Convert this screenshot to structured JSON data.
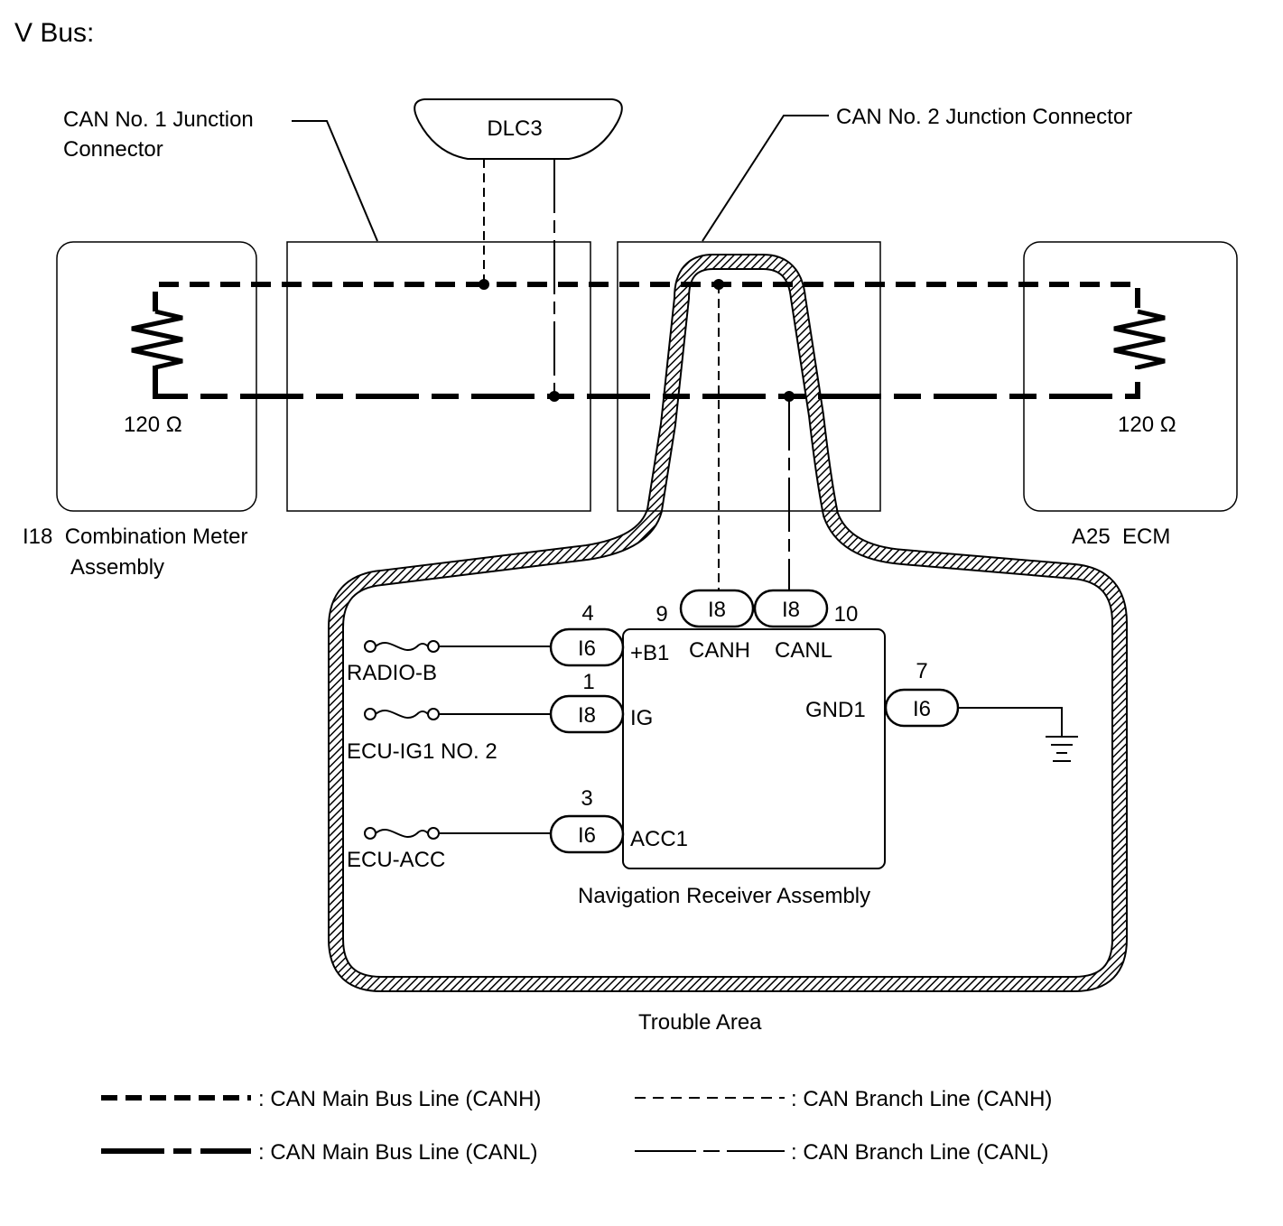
{
  "title": "V Bus:",
  "labels": {
    "can1_junction_line1": "CAN No. 1 Junction",
    "can1_junction_line2": "Connector",
    "dlc3": "DLC3",
    "can2_junction": "CAN No. 2 Junction Connector",
    "resistor_left": "120 Ω",
    "resistor_right": "120 Ω",
    "combination_meter_line1": "I18  Combination Meter",
    "combination_meter_line2": "Assembly",
    "ecm": "A25  ECM",
    "navigation_receiver": "Navigation Receiver Assembly",
    "trouble_area": "Trouble Area"
  },
  "receiver_pins": {
    "canh": {
      "pin": "9",
      "connector": "I8",
      "name": "CANH"
    },
    "canl": {
      "pin": "10",
      "connector": "I8",
      "name": "CANL"
    },
    "b1": {
      "pin": "4",
      "connector": "I6",
      "name": "+B1",
      "fuse": "RADIO-B"
    },
    "ig": {
      "pin": "1",
      "connector": "I8",
      "name": "IG",
      "fuse": "ECU-IG1 NO. 2"
    },
    "acc1": {
      "pin": "3",
      "connector": "I6",
      "name": "ACC1",
      "fuse": "ECU-ACC"
    },
    "gnd1": {
      "pin": "7",
      "connector": "I6",
      "name": "GND1"
    }
  },
  "legend": {
    "main_canh": ": CAN Main Bus Line (CANH)",
    "main_canl": ": CAN Main Bus Line (CANL)",
    "branch_canh": ": CAN Branch Line (CANH)",
    "branch_canl": ": CAN Branch Line (CANL)"
  }
}
